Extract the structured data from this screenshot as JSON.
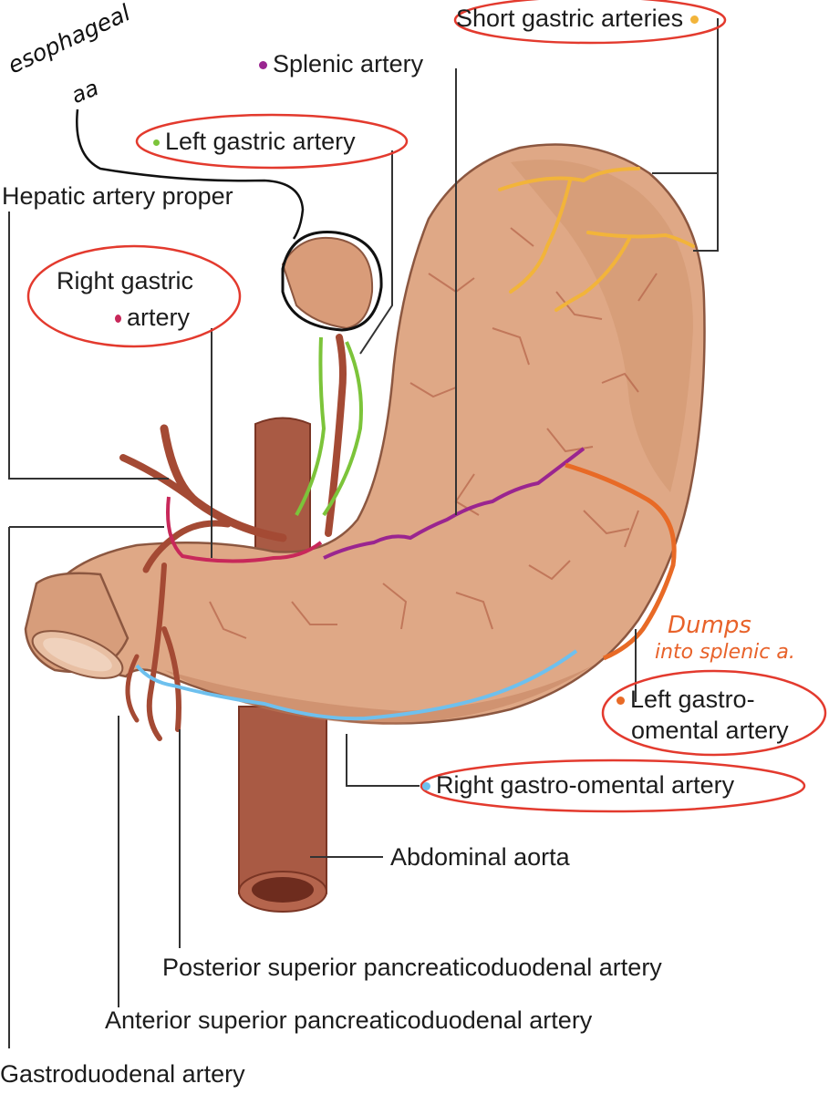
{
  "labels": {
    "short_gastric": "Short gastric arteries",
    "splenic": "Splenic artery",
    "left_gastric": "Left gastric artery",
    "hepatic_proper": "Hepatic artery proper",
    "right_gastric_line1": "Right gastric",
    "right_gastric_line2": "artery",
    "left_gastroomental_line1": "Left gastro-",
    "left_gastroomental_line2": "omental artery",
    "right_gastroomental": "Right gastro-omental artery",
    "abdominal_aorta": "Abdominal aorta",
    "posterior_spd": "Posterior superior pancreaticoduodenal artery",
    "anterior_spd": "Anterior superior pancreaticoduodenal artery",
    "gastroduodenal": "Gastroduodenal artery"
  },
  "annotations": {
    "esophageal_line1": "esophageal",
    "esophageal_line2": "aa",
    "dumps_line1": "Dumps",
    "dumps_line2": "into splenic a."
  },
  "colors": {
    "stomach_fill": "#dfa886",
    "stomach_shade": "#c98e6c",
    "vessel": "#a44a34",
    "left_gastric_highlight": "#7cc43a",
    "splenic_highlight": "#9a2590",
    "right_gastric_highlight": "#c8285a",
    "short_gastric_highlight": "#f2b43a",
    "left_gastroomental_highlight": "#e86a26",
    "right_gastroomental_highlight": "#6ec0ee",
    "circle_red": "#e33a2e",
    "ink_black": "#111111",
    "annotation_orange": "#e8622a"
  }
}
